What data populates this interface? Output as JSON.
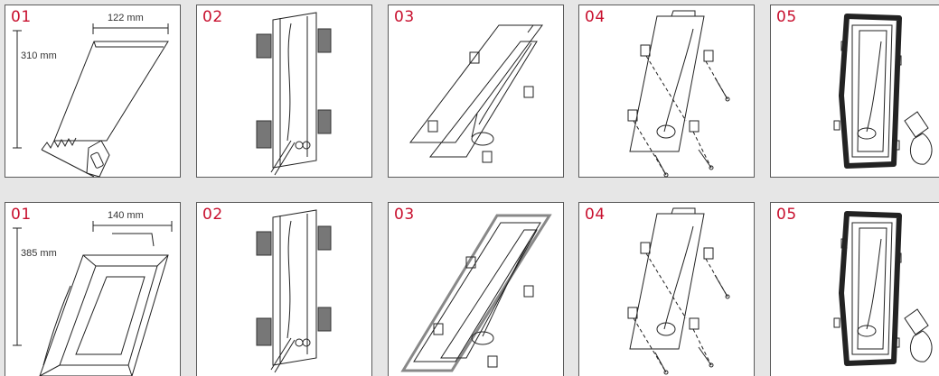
{
  "colors": {
    "step_number": "#c8102e",
    "panel_border": "#5a5a5a",
    "background": "#e6e6e6"
  },
  "rows": [
    {
      "dimensions": {
        "width": "122 mm",
        "height": "310 mm"
      },
      "steps": [
        {
          "number": "01",
          "icon": "plaster-box-cutting-icon"
        },
        {
          "number": "02",
          "icon": "adhesive-pads-icon"
        },
        {
          "number": "03",
          "icon": "insert-into-wall-icon"
        },
        {
          "number": "04",
          "icon": "screw-fixing-icon"
        },
        {
          "number": "05",
          "icon": "plaster-finishing-icon"
        }
      ]
    },
    {
      "dimensions": {
        "width": "140 mm",
        "height": "385 mm"
      },
      "steps": [
        {
          "number": "01",
          "icon": "ceiling-cutout-icon"
        },
        {
          "number": "02",
          "icon": "adhesive-pads-icon"
        },
        {
          "number": "03",
          "icon": "insert-into-wall-icon"
        },
        {
          "number": "04",
          "icon": "screw-fixing-icon"
        },
        {
          "number": "05",
          "icon": "plaster-finishing-icon"
        }
      ]
    }
  ]
}
